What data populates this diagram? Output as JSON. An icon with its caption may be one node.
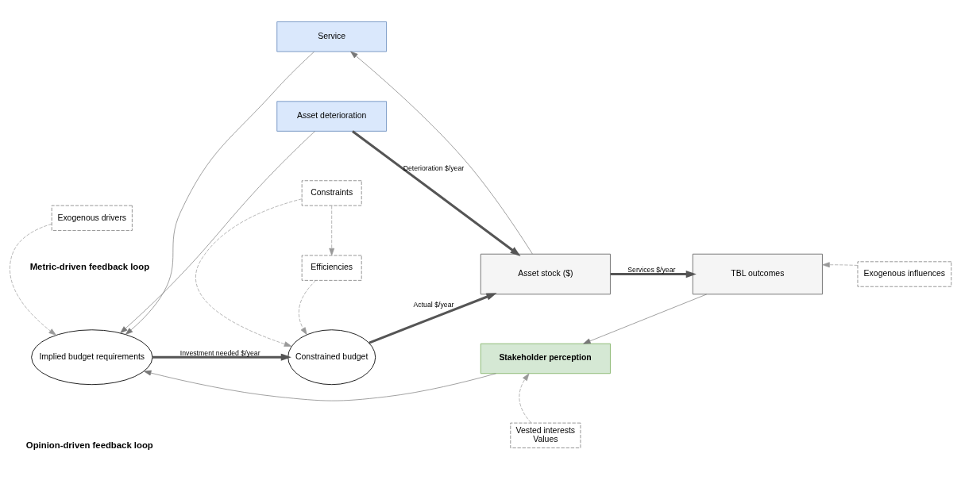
{
  "diagram": {
    "nodes": [
      {
        "text": [
          "Service"
        ]
      },
      {
        "text": [
          "Asset deterioration"
        ]
      },
      {
        "text": [
          "Exogenous drivers"
        ]
      },
      {
        "text": [
          "Implied budget requirements"
        ]
      },
      {
        "text": [
          "Constrained budget"
        ]
      },
      {
        "text": [
          "Asset stock ($)"
        ]
      },
      {
        "text": [
          "TBL outcomes"
        ]
      },
      {
        "text": [
          "Exogenous influences"
        ]
      },
      {
        "text": [
          "Efficiencies"
        ]
      },
      {
        "text": [
          "Constraints"
        ]
      },
      {
        "text": [
          "Stakeholder perception"
        ]
      },
      {
        "text": [
          "Vested interests",
          "Values"
        ]
      }
    ],
    "edges": [
      {
        "from": 2,
        "to": 3,
        "arrow": "to",
        "style": "dashed"
      },
      {
        "from": 3,
        "to": 4,
        "arrow": "to",
        "label": "Investment needed $/year",
        "style": "thick"
      },
      {
        "from": 4,
        "to": 5,
        "arrow": "to",
        "label": "Actual $/year",
        "style": "thick"
      },
      {
        "from": 1,
        "to": 5,
        "arrow": "to",
        "label": "Deterioration $/year",
        "style": "thick"
      },
      {
        "from": 5,
        "to": 6,
        "arrow": "to",
        "label": "Services $/year",
        "style": "thick"
      },
      {
        "from": 5,
        "to": 0,
        "arrow": "to"
      },
      {
        "from": 0,
        "to": 3,
        "arrow": "to"
      },
      {
        "from": 1,
        "to": 3,
        "arrow": "to"
      },
      {
        "from": 7,
        "to": 6,
        "arrow": "to",
        "style": "dashed"
      },
      {
        "from": 6,
        "to": 10,
        "arrow": "to"
      },
      {
        "from": 10,
        "to": 3,
        "arrow": "to"
      },
      {
        "from": 11,
        "to": 10,
        "arrow": "to",
        "style": "dashed"
      },
      {
        "from": 8,
        "to": 4,
        "arrow": "to",
        "style": "dashed"
      },
      {
        "from": 9,
        "to": 4,
        "arrow": "to",
        "style": "dashed"
      },
      {
        "from": 9,
        "to": 8,
        "arrow": "to",
        "style": "dashed"
      }
    ],
    "labels": [
      "Metric-driven feedback loop",
      "Opinion-driven feedback loop"
    ]
  }
}
